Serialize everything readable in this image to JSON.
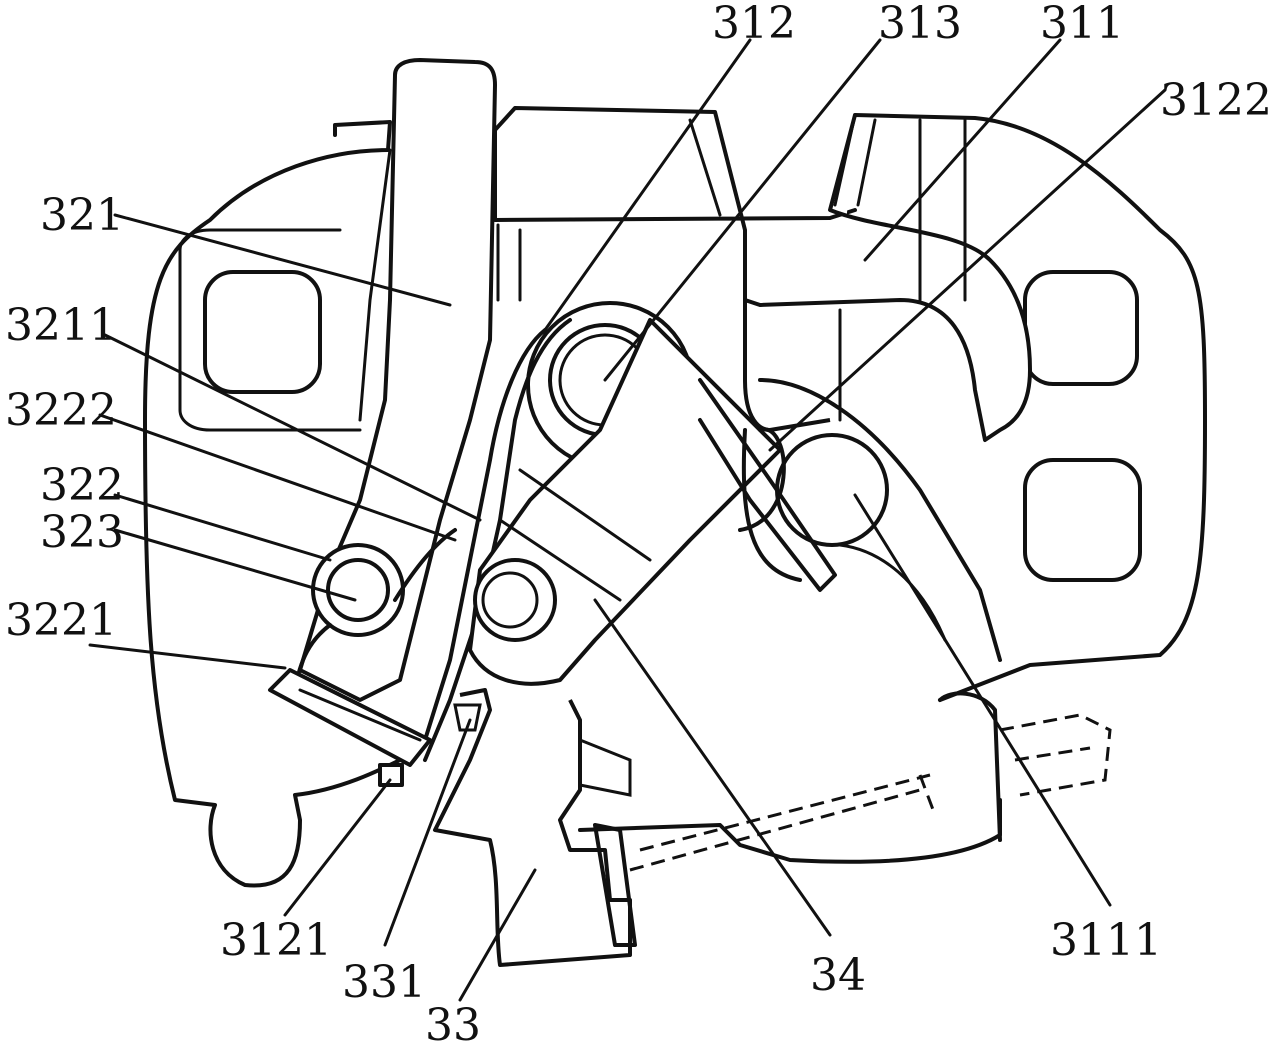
{
  "labels": {
    "l312": "312",
    "l313": "313",
    "l311": "311",
    "l3122": "3122",
    "l321": "321",
    "l3211": "3211",
    "l3222": "3222",
    "l322": "322",
    "l323": "323",
    "l3221": "3221",
    "l3121": "3121",
    "l331": "331",
    "l33": "33",
    "l34": "34",
    "l3111": "3111"
  }
}
